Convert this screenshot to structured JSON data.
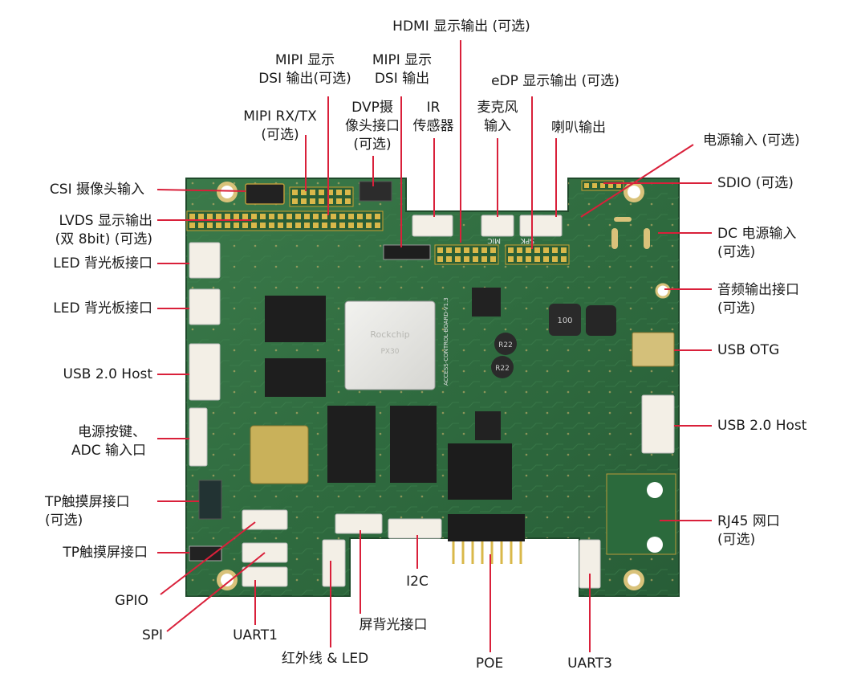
{
  "labels": {
    "hdmi": [
      "HDMI 显示输出 (可选)"
    ],
    "mipi_dsi_opt": [
      "MIPI 显示",
      "DSI 输出(可选)"
    ],
    "mipi_dsi": [
      "MIPI 显示",
      "DSI 输出"
    ],
    "edp": [
      "eDP 显示输出 (可选)"
    ],
    "mipi_rx": [
      "MIPI RX/TX",
      "(可选)"
    ],
    "dvp": [
      "DVP摄",
      "像头接口",
      "(可选)"
    ],
    "ir": [
      "IR",
      "传感器"
    ],
    "mic": [
      "麦克风",
      "输入"
    ],
    "spk": [
      "喇叭输出"
    ],
    "power_in": [
      "电源输入 (可选)"
    ],
    "csi": [
      "CSI 摄像头输入"
    ],
    "sdio": [
      "SDIO (可选)"
    ],
    "lvds": [
      "LVDS 显示输出",
      "(双 8bit) (可选)"
    ],
    "dc": [
      "DC 电源输入",
      "(可选)"
    ],
    "led1": [
      "LED 背光板接口"
    ],
    "audio_out": [
      "音频输出接口",
      "(可选)"
    ],
    "led2": [
      "LED 背光板接口"
    ],
    "usb_otg": [
      "USB OTG"
    ],
    "usb_host_left": [
      "USB 2.0 Host"
    ],
    "usb_host_right": [
      "USB 2.0 Host"
    ],
    "power_key": [
      "电源按键、",
      "ADC 输入口"
    ],
    "tp_opt": [
      "TP触摸屏接口",
      "(可选)"
    ],
    "rj45": [
      "RJ45 网口",
      "(可选)"
    ],
    "tp": [
      "TP触摸屏接口"
    ],
    "i2c": [
      "I2C"
    ],
    "gpio": [
      "GPIO"
    ],
    "spi": [
      "SPI"
    ],
    "uart1": [
      "UART1"
    ],
    "backlight": [
      "屏背光接口"
    ],
    "ir_led": [
      "红外线 & LED"
    ],
    "poe": [
      "POE"
    ],
    "uart3": [
      "UART3"
    ]
  },
  "silkscreen": {
    "mic": "MIC",
    "spk": "SPK",
    "soc_brand": "Rockchip",
    "soc_model": "PX30",
    "board_name": "ACCESS-CONTROL-BOARD-V1.3",
    "inductor_1": "100",
    "inductor_2": "R22",
    "inductor_3": "R22"
  },
  "colors": {
    "pcb": "#2f6b3f",
    "callout_line": "#d9203a",
    "gold": "#c9a233"
  }
}
